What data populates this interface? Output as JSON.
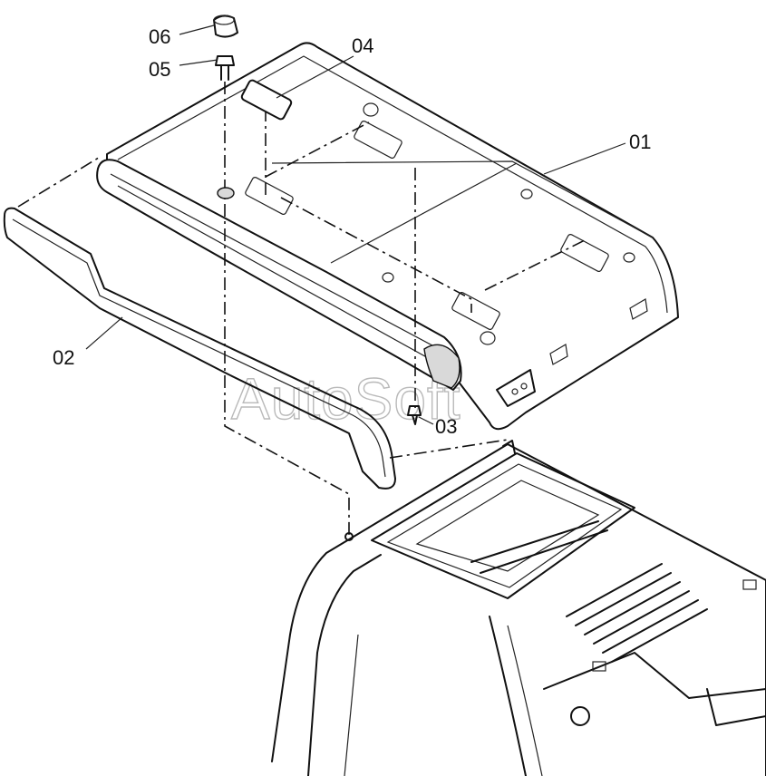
{
  "labels": {
    "p01": "01",
    "p02": "02",
    "p03": "03",
    "p04": "04",
    "p05": "05",
    "p06": "06"
  },
  "watermark": "AutoSoft"
}
